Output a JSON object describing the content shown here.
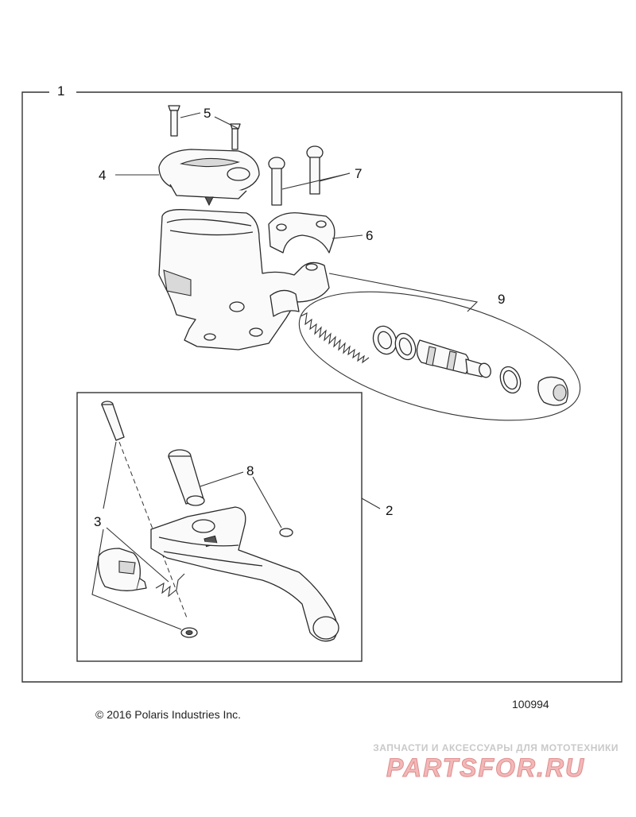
{
  "callouts": {
    "c1": "1",
    "c2": "2",
    "c3": "3",
    "c4": "4",
    "c5": "5",
    "c6": "6",
    "c7": "7",
    "c8": "8",
    "c9": "9"
  },
  "footer": {
    "copyright": "© 2016 Polaris Industries Inc.",
    "diagram_number": "100994"
  },
  "watermark": {
    "caption": "ЗАПЧАСТИ И АКСЕССУАРЫ ДЛЯ МОТОТЕХНИКИ",
    "logo": "PARTSFOR.RU"
  },
  "colors": {
    "line": "#2a2a2a",
    "watermark_caption": "#c9c9c9",
    "watermark_logo": "#f2b8b8"
  }
}
